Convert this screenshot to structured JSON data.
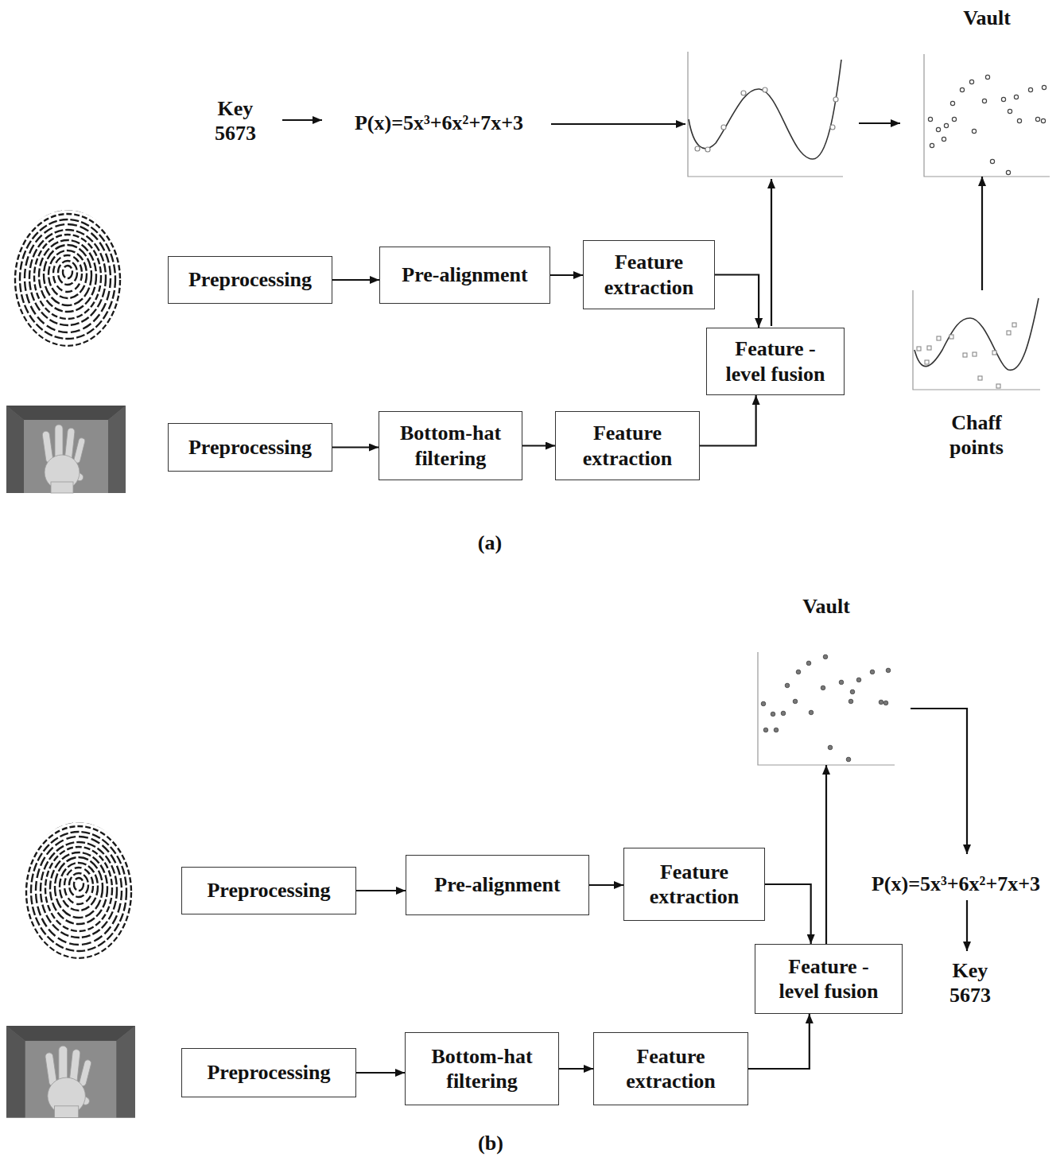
{
  "diagram": {
    "nodes": [
      {
        "text": [
          "Vault"
        ]
      },
      {
        "text": [
          "Preprocessing"
        ]
      },
      {
        "text": [
          "Pre-alignment"
        ]
      },
      {
        "text": [
          "Feature extraction"
        ]
      },
      {
        "text": [
          "Feature - level fusion"
        ]
      },
      {
        "text": [
          "Chaff points"
        ]
      },
      {
        "text": [
          "Preprocessing"
        ]
      },
      {
        "text": [
          "Bottom-hat filtering"
        ]
      },
      {
        "text": [
          "Feature extraction"
        ]
      },
      {
        "text": [
          "Vault"
        ]
      },
      {
        "text": [
          "Preprocessing"
        ]
      },
      {
        "text": [
          "Pre-alignment"
        ]
      },
      {
        "text": [
          "Feature extraction"
        ]
      },
      {
        "text": [
          "Feature - level fusion"
        ]
      },
      {
        "text": [
          "Preprocessing"
        ]
      },
      {
        "text": [
          "Bottom-hat filtering"
        ]
      },
      {
        "text": [
          "Feature extraction"
        ]
      }
    ],
    "edges": [
      {
        "from": 1,
        "to": 2,
        "arrow": "to"
      },
      {
        "from": 2,
        "to": 3,
        "arrow": "to"
      },
      {
        "from": 3,
        "to": 4,
        "arrow": "to"
      },
      {
        "from": 6,
        "to": 7,
        "arrow": "to"
      },
      {
        "from": 7,
        "to": 8,
        "arrow": "to"
      },
      {
        "from": 8,
        "to": 4,
        "arrow": "to"
      },
      {
        "from": 5,
        "to": 0,
        "arrow": "to"
      },
      {
        "from": 10,
        "to": 11,
        "arrow": "to"
      },
      {
        "from": 11,
        "to": 12,
        "arrow": "to"
      },
      {
        "from": 12,
        "to": 13,
        "arrow": "to"
      },
      {
        "from": 14,
        "to": 15,
        "arrow": "to"
      },
      {
        "from": 15,
        "to": 16,
        "arrow": "to"
      },
      {
        "from": 16,
        "to": 13,
        "arrow": "to"
      },
      {
        "from": 13,
        "to": 9,
        "arrow": "to"
      }
    ],
    "labels": [
      "Key 5673",
      "P(x)=5x³+6x²+7x+3",
      "(a)",
      "P(x)=5x³+6x²+7x+3",
      "Key 5673",
      "(b)"
    ]
  }
}
